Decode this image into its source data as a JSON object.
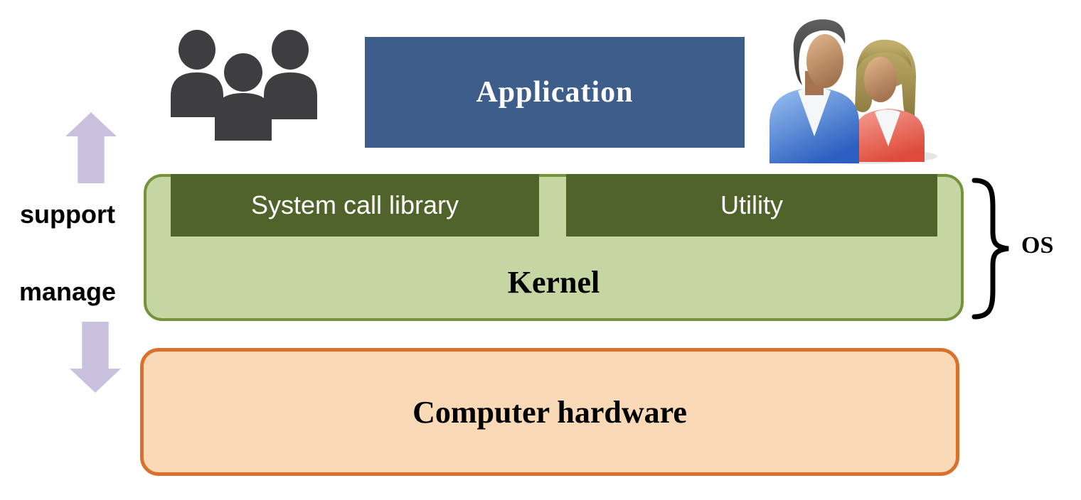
{
  "labels": {
    "application": "Application",
    "system_call_library": "System call library",
    "utility": "Utility",
    "kernel": "Kernel",
    "computer_hardware": "Computer hardware",
    "os": "OS",
    "support": "support",
    "manage": "manage"
  },
  "icons": {
    "left_icon": "users-silhouette-icon",
    "right_icon": "users-couple-icon"
  },
  "colors": {
    "application_fill": "#3D5E8B",
    "application_text": "#FFFFFF",
    "os_layer_fill": "#C6D6A2",
    "os_layer_border": "#76923C",
    "inner_box_fill": "#50632A",
    "inner_box_text": "#FFFFFF",
    "hardware_fill": "#FAD9B6",
    "hardware_border": "#D9702C",
    "arrow_fill": "#C9C1DD",
    "label_text": "#000000",
    "silhouette_fill": "#3E3E40",
    "brace_color": "#000000"
  }
}
